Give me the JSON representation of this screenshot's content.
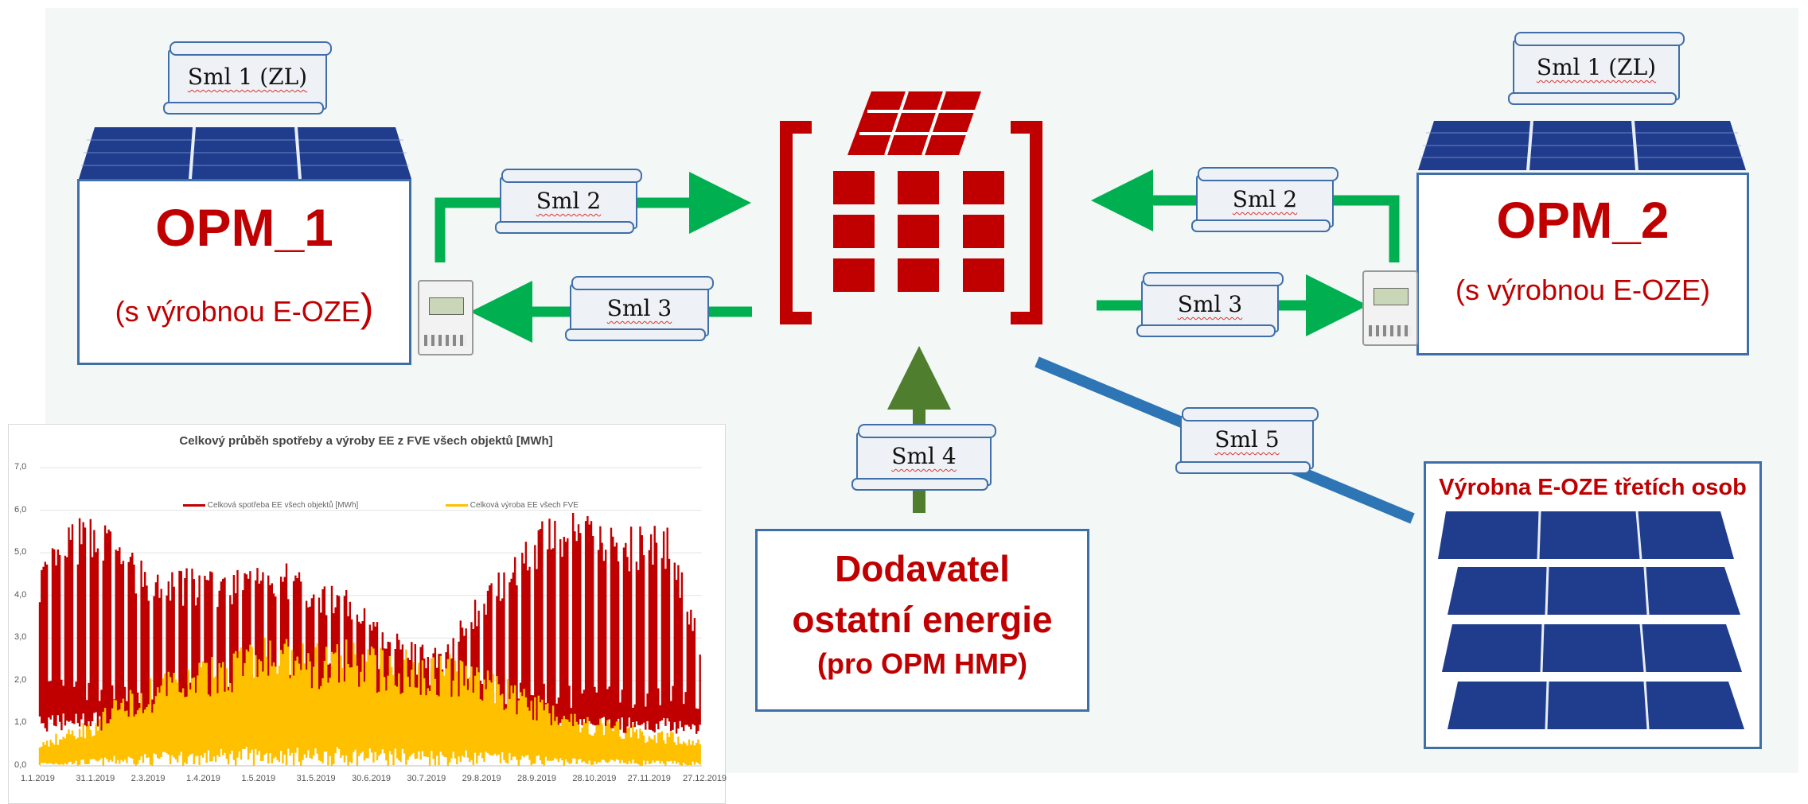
{
  "opm1": {
    "title": "OPM_1",
    "subtitle_open": "(s výrobnou E-OZE",
    "subtitle_close": ")"
  },
  "opm2": {
    "title": "OPM_2",
    "subtitle": "(s výrobnou E-OZE)"
  },
  "supplier": {
    "line1": "Dodavatel",
    "line2": "ostatní energie",
    "line3": "(pro OPM HMP)"
  },
  "third_party": {
    "title": "Výrobna E-OZE třetích osob"
  },
  "contracts": {
    "sml1_left": "Sml 1 (ZL)",
    "sml1_right": "Sml 1 (ZL)",
    "sml2_left": "Sml 2",
    "sml2_right": "Sml 2",
    "sml3_left": "Sml 3",
    "sml3_right": "Sml 3",
    "sml4": "Sml 4",
    "sml5": "Sml 5"
  },
  "colors": {
    "brand_red": "#c00000",
    "arrow_green": "#00b050",
    "arrow_darkgreen": "#4f7f2e",
    "line_blue": "#2e75b6",
    "box_border": "#3f6fa8",
    "panel_blue": "#203c8c"
  },
  "icons": [
    "solar-panel-icon",
    "electricity-meter-icon",
    "building-icon",
    "contract-scroll-icon"
  ],
  "chart_data": {
    "type": "area",
    "title": "Celkový průběh spotřeby a výroby  EE z FVE všech objektů [MWh]",
    "y_ticks": [
      "7,0",
      "6,0",
      "5,0",
      "4,0",
      "3,0",
      "2,0",
      "1,0",
      "0,0"
    ],
    "ylim": [
      0,
      7
    ],
    "x_ticks": [
      "1.1.2019",
      "31.1.2019",
      "2.3.2019",
      "1.4.2019",
      "1.5.2019",
      "31.5.2019",
      "30.6.2019",
      "30.7.2019",
      "29.8.2019",
      "28.9.2019",
      "28.10.2019",
      "27.11.2019",
      "27.12.2019"
    ],
    "grid": true,
    "legend_position": "top",
    "series": [
      {
        "name": "Celková spotřeba EE všech objektů  [MWh]",
        "color": "#c00000",
        "peaks": [
          4.8,
          5.7,
          6.0,
          5.2,
          4.5,
          4.7,
          4.6,
          4.6,
          4.9,
          4.7,
          4.4,
          4.2,
          3.4,
          2.9,
          2.8,
          3.8,
          4.8,
          5.6,
          5.9,
          6.0,
          5.7,
          5.7,
          5.6,
          3.2
        ],
        "bases": [
          1.4,
          1.5,
          1.5,
          1.4,
          1.3,
          1.5,
          1.5,
          1.6,
          1.7,
          1.7,
          1.8,
          1.9,
          1.8,
          1.9,
          1.7,
          1.5,
          1.3,
          1.4,
          1.3,
          1.3,
          1.4,
          1.3,
          1.4,
          1.2
        ]
      },
      {
        "name": "Celková výroba EE všech FVE",
        "color": "#ffc000",
        "peaks": [
          0.6,
          0.9,
          1.2,
          1.8,
          2.1,
          2.4,
          2.6,
          3.0,
          3.1,
          2.9,
          2.9,
          3.0,
          2.8,
          2.8,
          2.7,
          2.5,
          2.2,
          1.8,
          1.5,
          1.2,
          1.1,
          0.9,
          0.8,
          0.7
        ]
      }
    ]
  }
}
